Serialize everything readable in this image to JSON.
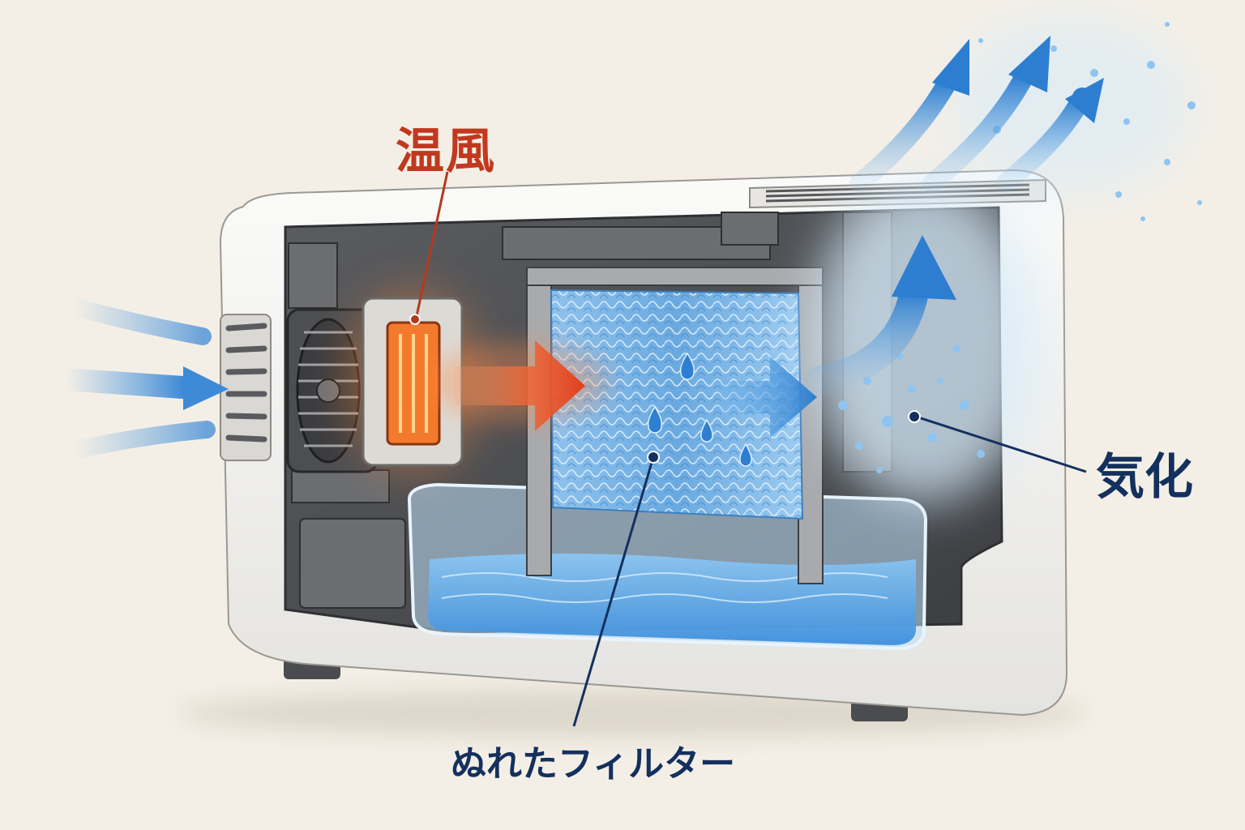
{
  "labels": {
    "warm_air": "温風",
    "evaporation": "気化",
    "wet_filter": "ぬれたフィルター"
  },
  "colors": {
    "background": "#f4efe6",
    "warm_air_text": "#c0391f",
    "callout_text": "#14305e",
    "cool_air_arrow": "#2f7fd0",
    "warm_air_arrow": "#e8502a",
    "heater": "#f07a2a",
    "filter": "#7cb6e6",
    "water": "#6fb1ea",
    "housing": "#f2f1ee",
    "interior": "#4a4c50"
  },
  "icons": [
    "fan-icon",
    "heater-icon",
    "filter-icon",
    "water-tank-icon",
    "air-flow-arrow-icon",
    "water-droplet-icon"
  ]
}
